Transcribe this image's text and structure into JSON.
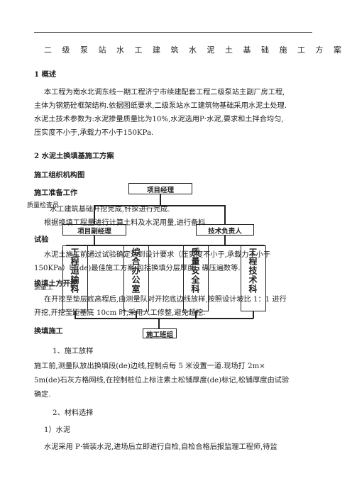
{
  "doc": {
    "title": "二级泵站水工建筑水泥土基础施工方案",
    "sec1_heading": "1 概述",
    "sec1_lines": [
      "本工程为南水北调东线一期工程济宁市续建配套工程二级泵站主副厂房工程,",
      "主体为钢筋砼框架结构.依据图纸要求,二级泵站水工建筑物基础采用水泥土处理.",
      "水泥土技术参数为:水泥掺量质量比为10%,水泥选用P·水泥,要求和土拌合均匀,",
      "压实度不小于,承载力不小于150KPa."
    ],
    "sec2_heading": "2 水泥土换填基施工方案",
    "org_heading": "施工组织机构图",
    "prep_heading": "施工准备工作",
    "prep_lines": [
      "水工建筑基础开挖完成,钎探进行完成.",
      "根据换填工程量进行计算土料及水泥用量,进行备料."
    ],
    "test_heading": "试验",
    "test_lines": [
      "水泥土施工前通过试验确定达到设计要求（压实度不小于,承载力不小于",
      "150KPa）时(de)最佳施工方案,包括换填分层厚度、碾压遍数等."
    ],
    "excav_heading": "换填土方开挖",
    "excav_lines": [
      "在开挖至垫层底高程后,由测量队对开挖底边线放样,按照设计坡比 1：1 进行",
      "开挖,开挖至距基底 10cm 时,采用人工修整,避免超挖."
    ],
    "fill_heading": "换填施工",
    "item1": "1、施工放样",
    "item1_lines": [
      "施工前,测量队放出换填段(de)边线,控制点每 5 米设置一道.现场打 2m×",
      "5m(de)石灰方格网线,在控制桩位上标注素土松铺厚度(de)标记,松铺厚度由试验",
      "确定."
    ],
    "item2": "2、材料选择",
    "item2_1": "1）水泥",
    "item2_1_lines": [
      "水泥采用 P·袋装水泥,进场后立即进行自检,自检合格后报监理工程师,待监"
    ]
  },
  "org_chart": {
    "top_box": "项目经理",
    "mid_left": "项目副经理",
    "mid_right": "技术负责人",
    "departments": [
      "工程运输科",
      "综合办公室",
      "质量安全科",
      "工程技术科"
    ],
    "bottom_box": "施工班组",
    "left_label": "质量检查员",
    "side_label": "测量工"
  }
}
